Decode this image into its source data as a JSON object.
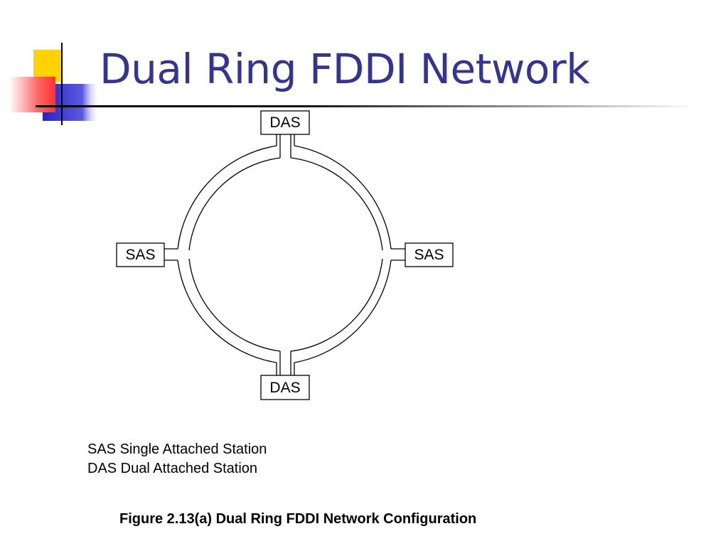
{
  "slide": {
    "title": "Dual Ring FDDI Network"
  },
  "diagram": {
    "nodes": [
      {
        "id": "top",
        "label": "DAS"
      },
      {
        "id": "left",
        "label": "SAS"
      },
      {
        "id": "right",
        "label": "SAS"
      },
      {
        "id": "bottom",
        "label": "DAS"
      }
    ]
  },
  "legend": {
    "sas": "SAS Single Attached Station",
    "das": "DAS Dual Attached Station"
  },
  "caption": "Figure 2.13(a) Dual Ring FDDI Network Configuration",
  "colors": {
    "title": "#333399",
    "logo_yellow": "#ffd700",
    "logo_red": "#ff5050",
    "logo_blue": "#2a2ad0"
  }
}
